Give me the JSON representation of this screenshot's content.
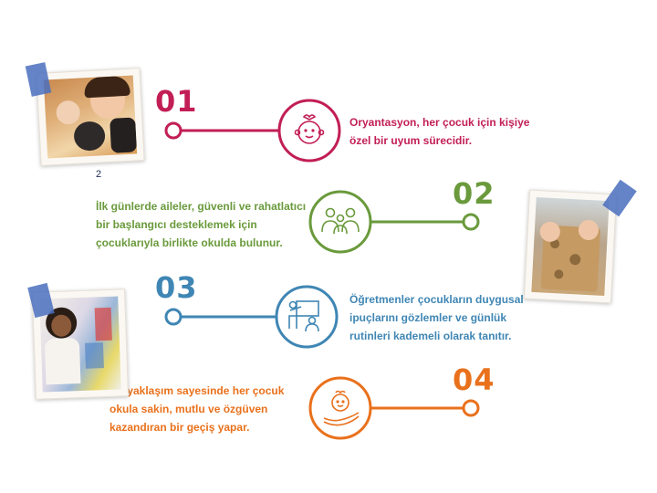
{
  "steps": [
    {
      "number": "01",
      "text": "Oryantasyon, her çocuk için kişiye özel bir uyum sürecidir.",
      "color": "#c21e56",
      "icon": "baby-face-icon"
    },
    {
      "number": "02",
      "text": "İlk günlerde aileler, güvenli ve rahatlatıcı bir başlangıcı desteklemek için çocuklarıyla birlikte okulda bulunur.",
      "color": "#6a9a3c",
      "icon": "family-group-icon"
    },
    {
      "number": "03",
      "text": "Öğretmenler çocukların duygusal ipuçlarını gözlemler ve günlük rutinleri kademeli olarak tanıtır.",
      "color": "#3f86b4",
      "icon": "teacher-board-icon"
    },
    {
      "number": "04",
      "text": "Bu yaklaşım sayesinde her çocuk okula sakin, mutlu ve özgüven kazandıran bir geçiş yapar.",
      "color": "#e9711c",
      "icon": "baby-in-hand-icon"
    }
  ],
  "page_number": "2"
}
